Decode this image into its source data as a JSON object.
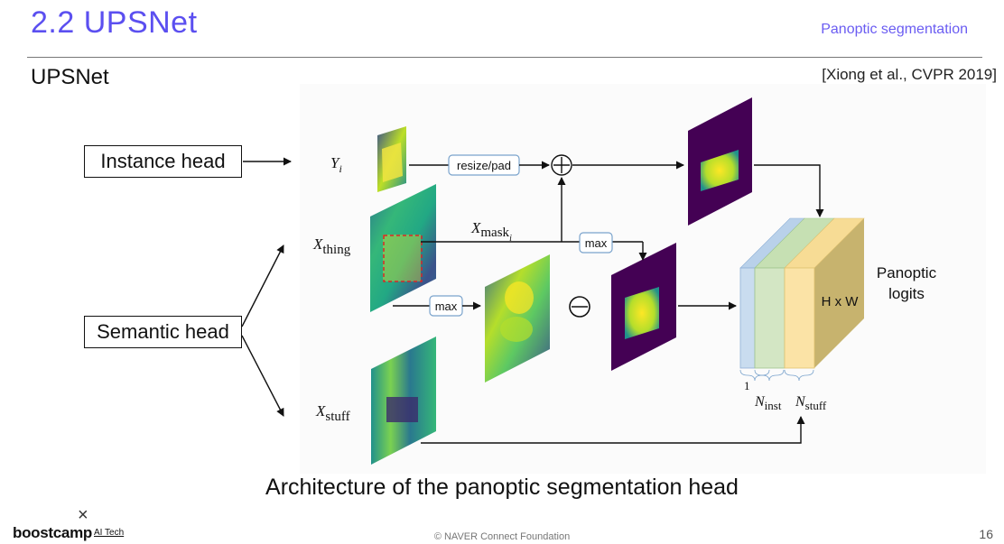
{
  "header": {
    "title": "2.2 UPSNet",
    "section": "Panoptic segmentation"
  },
  "content": {
    "subtitle": "UPSNet",
    "citation": "[Xiong et al., CVPR 2019]"
  },
  "diagram": {
    "instance_head": "Instance head",
    "semantic_head": "Semantic head",
    "var_y": "Y",
    "var_y_sub": "i",
    "var_x_thing": "X",
    "var_x_thing_sub": "thing",
    "var_x_mask": "X",
    "var_x_mask_sub": "mask",
    "var_x_mask_subsub": "i",
    "var_x_stuff": "X",
    "var_x_stuff_sub": "stuff",
    "op_resize": "resize/pad",
    "op_max_top": "max",
    "op_max_bottom": "max",
    "op_plus": "⊕",
    "op_minus": "⊖",
    "panoptic_logits_line1": "Panoptic",
    "panoptic_logits_line2": "logits",
    "hxw_label": "H x W",
    "dim_one": "1",
    "n_inst": "N",
    "n_inst_sub": "inst",
    "n_stuff": "N",
    "n_stuff_sub": "stuff",
    "colors": {
      "viridis_dark": "#440154",
      "viridis_mid": "#2a788e",
      "viridis_green": "#35b779",
      "viridis_yellow": "#fde725",
      "layer_blue": "#c9dcef",
      "layer_green": "#d3e6c4",
      "layer_yellow": "#fbe3a6",
      "block_side": "#c7b36e"
    }
  },
  "caption": "Architecture of the panoptic segmentation head",
  "footer": {
    "logo": "boostcamp",
    "logo_sub": "AI Tech",
    "mark": "×",
    "copyright": "© NAVER Connect Foundation",
    "page": "16"
  }
}
